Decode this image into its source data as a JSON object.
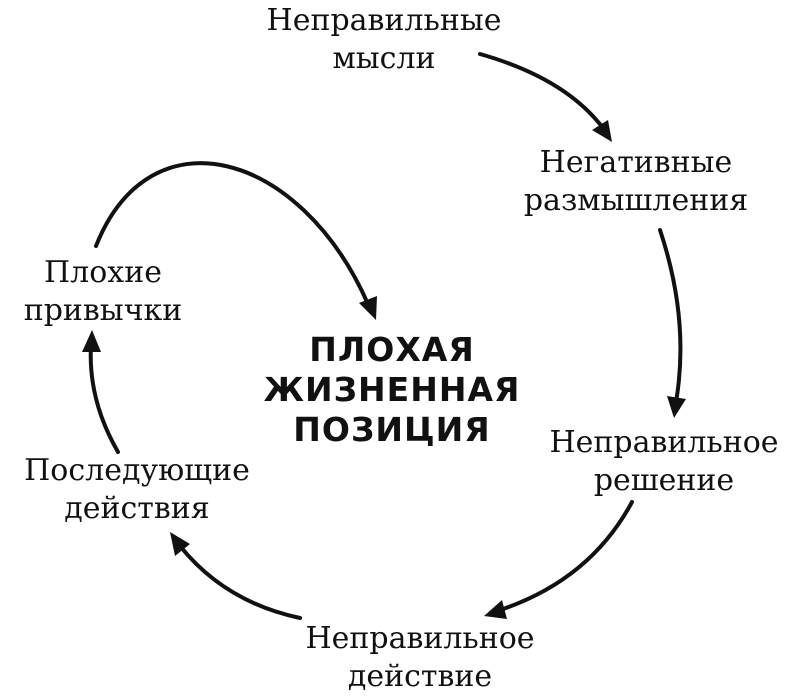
{
  "diagram": {
    "center": {
      "line1": "ПЛОХАЯ",
      "line2": "ЖИЗНЕННАЯ",
      "line3": "ПОЗИЦИЯ"
    },
    "nodes": {
      "wrong_thoughts": {
        "line1": "Неправильные",
        "line2": "мысли"
      },
      "negative_reflections": {
        "line1": "Негативные",
        "line2": "размышления"
      },
      "wrong_decision": {
        "line1": "Неправильное",
        "line2": "решение"
      },
      "wrong_action": {
        "line1": "Неправильное",
        "line2": "действие"
      },
      "subsequent_actions": {
        "line1": "Последующие",
        "line2": "действия"
      },
      "bad_habits": {
        "line1": "Плохие",
        "line2": "привычки"
      }
    },
    "colors": {
      "ink": "#111111",
      "background": "#ffffff"
    }
  }
}
